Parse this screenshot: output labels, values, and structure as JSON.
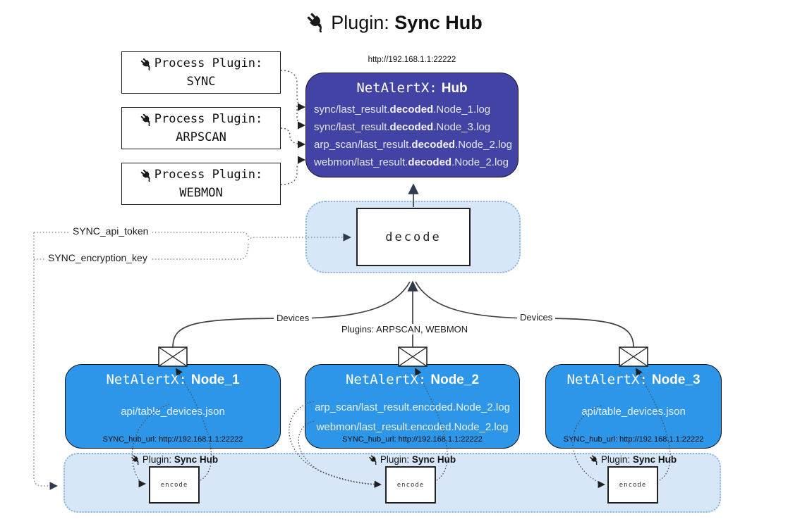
{
  "title": {
    "icon": "plug-icon",
    "prefix": "Plugin:",
    "name": "Sync Hub"
  },
  "process_plugins": [
    {
      "label": "Process Plugin:",
      "name": "SYNC"
    },
    {
      "label": "Process Plugin:",
      "name": "ARPSCAN"
    },
    {
      "label": "Process Plugin:",
      "name": "WEBMON"
    }
  ],
  "hub": {
    "url": "http://192.168.1.1:22222",
    "title_prefix": "NetAlertX:",
    "title_name": "Hub",
    "logs": [
      {
        "pre": "sync/last_result.",
        "bold": "decoded",
        "post": ".Node_1.log"
      },
      {
        "pre": "sync/last_result.",
        "bold": "decoded",
        "post": ".Node_3.log"
      },
      {
        "pre": "arp_scan/last_result.",
        "bold": "decoded",
        "post": ".Node_2.log"
      },
      {
        "pre": "webmon/last_result.",
        "bold": "decoded",
        "post": ".Node_2.log"
      }
    ]
  },
  "decode": {
    "label": "decode"
  },
  "secrets": {
    "api_token": "SYNC_api_token",
    "encryption_key": "SYNC_encryption_key"
  },
  "edges": {
    "devices_left": "Devices",
    "devices_right": "Devices",
    "plugins_center": "Plugins: ARPSCAN, WEBMON"
  },
  "nodes": [
    {
      "title_prefix": "NetAlertX:",
      "title_name": "Node_1",
      "lines": [
        "api/table_devices.json"
      ],
      "hub_url": "SYNC_hub_url: http://192.168.1.1:22222"
    },
    {
      "title_prefix": "NetAlertX:",
      "title_name": "Node_2",
      "lines": [
        "arp_scan/last_result.encoded.Node_2.log",
        "webmon/last_result.encoded.Node_2.log"
      ],
      "hub_url": "SYNC_hub_url: http://192.168.1.1:22222"
    },
    {
      "title_prefix": "NetAlertX:",
      "title_name": "Node_3",
      "lines": [
        "api/table_devices.json"
      ],
      "hub_url": "SYNC_hub_url: http://192.168.1.1:22222"
    }
  ],
  "encoders": [
    {
      "label_prefix": "Plugin:",
      "label_name": "Sync Hub",
      "box": "encode"
    },
    {
      "label_prefix": "Plugin:",
      "label_name": "Sync Hub",
      "box": "encode"
    },
    {
      "label_prefix": "Plugin:",
      "label_name": "Sync Hub",
      "box": "encode"
    }
  ],
  "colors": {
    "hub": "#4343a6",
    "node": "#2e96e8",
    "lightblue": "#d7e7f8",
    "lbborder": "#8cb4d8",
    "edge": "#404040",
    "dotted": "#5f5f5f"
  }
}
